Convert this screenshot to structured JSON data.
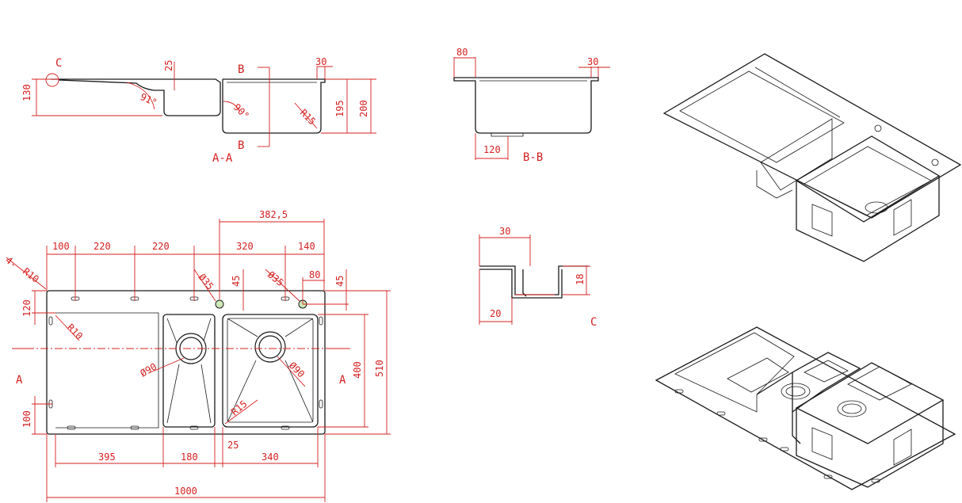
{
  "sections": {
    "aa_label": "A-A",
    "bb_label": "B-B",
    "c_label": "C",
    "c_marker": "C",
    "a_left": "A",
    "a_right": "A",
    "b_top": "B",
    "b_bottom": "B"
  },
  "section_aa": {
    "d130": "130",
    "d25": "25",
    "d30": "30",
    "d195": "195",
    "d200": "200",
    "a91": "91°",
    "a90": "90°",
    "r15": "R15"
  },
  "section_bb": {
    "d80": "80",
    "d30": "30",
    "d120": "120"
  },
  "detail_c": {
    "d30": "30",
    "d18": "18",
    "d20": "20"
  },
  "plan": {
    "d382_5": "382,5",
    "d100": "100",
    "d220a": "220",
    "d220b": "220",
    "d320": "320",
    "d140": "140",
    "r10_corner": "R10",
    "dia35a": "Ø35",
    "dia35b": "Ø35",
    "d45a": "45",
    "d45b": "45",
    "d80": "80",
    "d120": "120",
    "r10_inner": "R10",
    "dia90a": "Ø90",
    "dia90b": "Ø90",
    "r15": "R15",
    "d400": "400",
    "d510": "510",
    "d100_side": "100",
    "d395": "395",
    "d180": "180",
    "d25": "25",
    "d340": "340",
    "d1000": "1000",
    "four_prefix": "4-"
  }
}
